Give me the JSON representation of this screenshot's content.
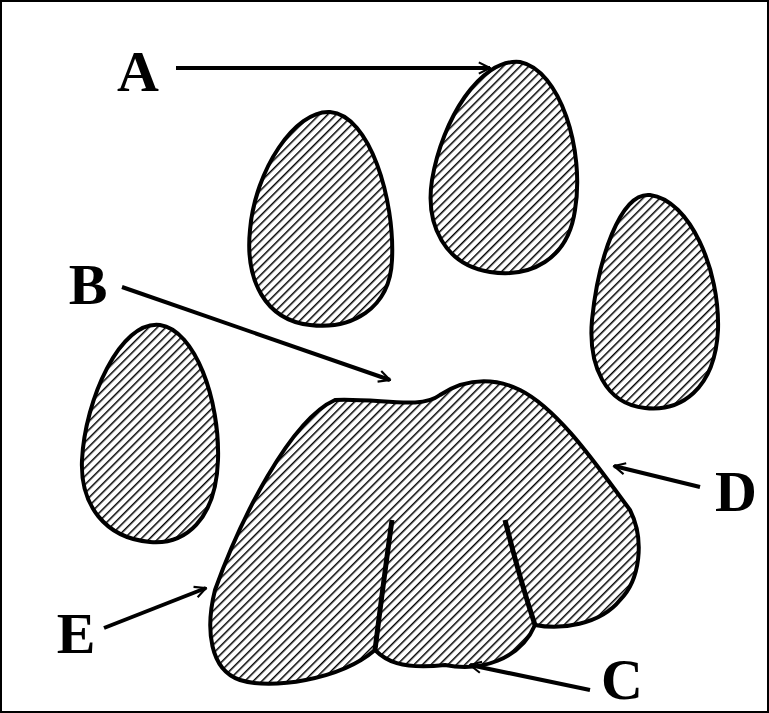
{
  "diagram": {
    "labels": [
      "A",
      "B",
      "C",
      "D",
      "E"
    ]
  }
}
